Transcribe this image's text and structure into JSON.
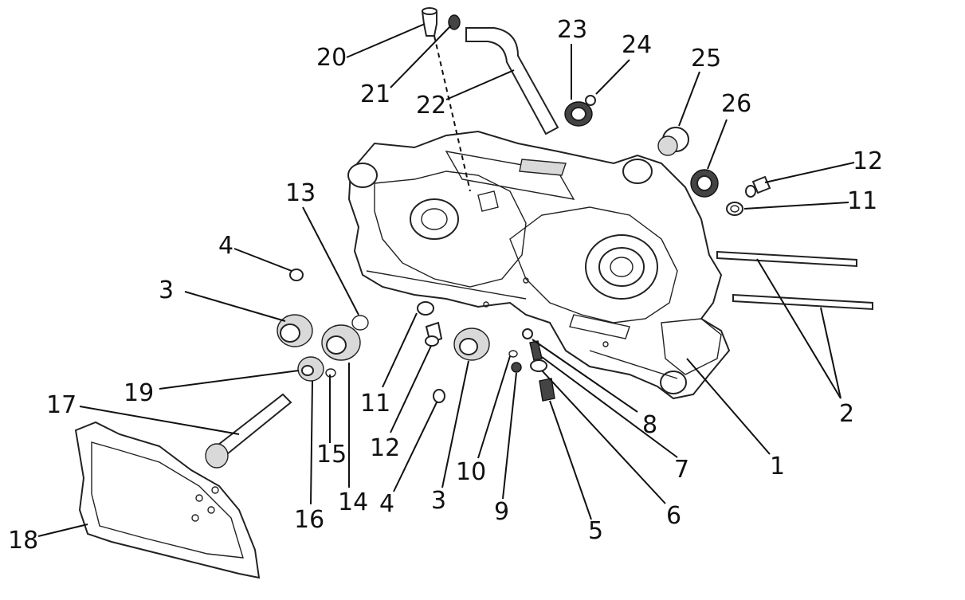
{
  "diagram": {
    "callouts": [
      {
        "id": "c20",
        "text": "20"
      },
      {
        "id": "c21",
        "text": "21"
      },
      {
        "id": "c22",
        "text": "22"
      },
      {
        "id": "c23",
        "text": "23"
      },
      {
        "id": "c24",
        "text": "24"
      },
      {
        "id": "c25",
        "text": "25"
      },
      {
        "id": "c26",
        "text": "26"
      },
      {
        "id": "c12a",
        "text": "12"
      },
      {
        "id": "c11a",
        "text": "11"
      },
      {
        "id": "c13",
        "text": "13"
      },
      {
        "id": "c4a",
        "text": "4"
      },
      {
        "id": "c3a",
        "text": "3"
      },
      {
        "id": "c19",
        "text": "19"
      },
      {
        "id": "c17",
        "text": "17"
      },
      {
        "id": "c15",
        "text": "15"
      },
      {
        "id": "c14",
        "text": "14"
      },
      {
        "id": "c16",
        "text": "16"
      },
      {
        "id": "c18",
        "text": "18"
      },
      {
        "id": "c11b",
        "text": "11"
      },
      {
        "id": "c12b",
        "text": "12"
      },
      {
        "id": "c4b",
        "text": "4"
      },
      {
        "id": "c3b",
        "text": "3"
      },
      {
        "id": "c10",
        "text": "10"
      },
      {
        "id": "c9",
        "text": "9"
      },
      {
        "id": "c5",
        "text": "5"
      },
      {
        "id": "c6",
        "text": "6"
      },
      {
        "id": "c7",
        "text": "7"
      },
      {
        "id": "c8",
        "text": "8"
      },
      {
        "id": "c1",
        "text": "1"
      },
      {
        "id": "c2",
        "text": "2"
      }
    ]
  }
}
